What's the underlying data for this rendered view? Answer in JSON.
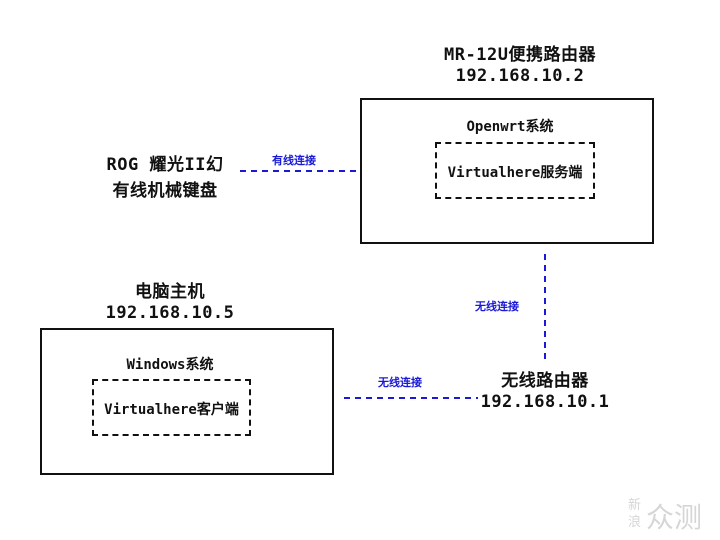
{
  "router_mr12u": {
    "name": "MR-12U便携路由器",
    "ip": "192.168.10.2",
    "os_label": "Openwrt系统",
    "service_label": "Virtualhere服务端"
  },
  "keyboard": {
    "line1": "ROG 耀光II幻",
    "line2": "有线机械键盘"
  },
  "pc": {
    "name": "电脑主机",
    "ip": "192.168.10.5",
    "os_label": "Windows系统",
    "client_label": "Virtualhere客户端"
  },
  "wireless_router": {
    "name": "无线路由器",
    "ip": "192.168.10.1"
  },
  "links": {
    "wired": "有线连接",
    "wireless_vertical": "无线连接",
    "wireless_horizontal": "无线连接",
    "color": "#1a1ad6"
  },
  "watermark": {
    "left_top": "新",
    "left_bottom": "浪",
    "text": "众测"
  }
}
